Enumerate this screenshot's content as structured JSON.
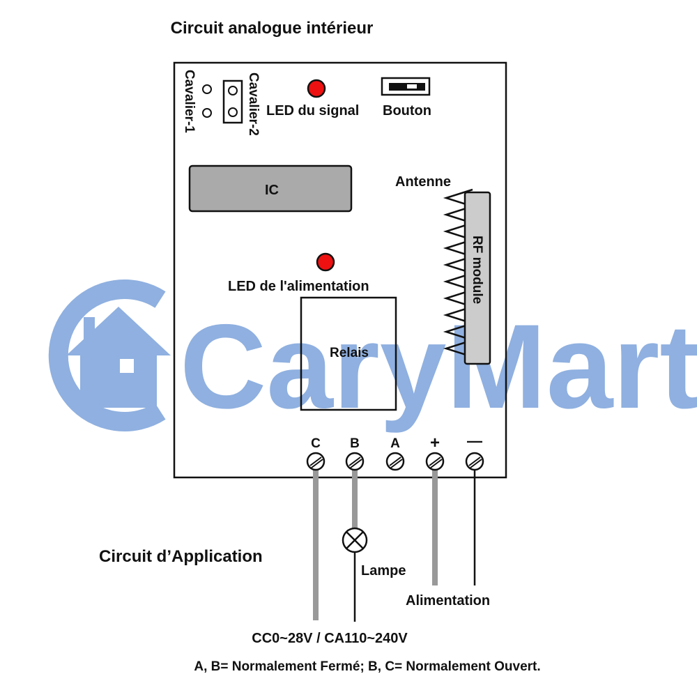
{
  "title": "Circuit analogue intérieur",
  "watermark": {
    "text": "CaryMart",
    "color": "#8fb0e0"
  },
  "board": {
    "jumper1_label": "Cavalier-1",
    "jumper2_label": "Cavalier-2",
    "signal_led_label": "LED du signal",
    "button_label": "Bouton",
    "ic_label": "IC",
    "antenna_label": "Antenne",
    "rf_module_label": "RF module",
    "power_led_label": "LED de l'alimentation",
    "relay_label": "Relais",
    "led_color": "#ee1111",
    "ic_fill": "#aaaaaa"
  },
  "terminals": [
    {
      "label": "C"
    },
    {
      "label": "B"
    },
    {
      "label": "A"
    },
    {
      "label": "+"
    },
    {
      "label": "—"
    }
  ],
  "application": {
    "title": "Circuit d’Application",
    "lamp_label": "Lampe",
    "power_label": "Alimentation",
    "supply_label": "CC0~28V / CA110~240V",
    "note": "A, B= Normalement Fermé; B, C= Normalement Ouvert."
  }
}
